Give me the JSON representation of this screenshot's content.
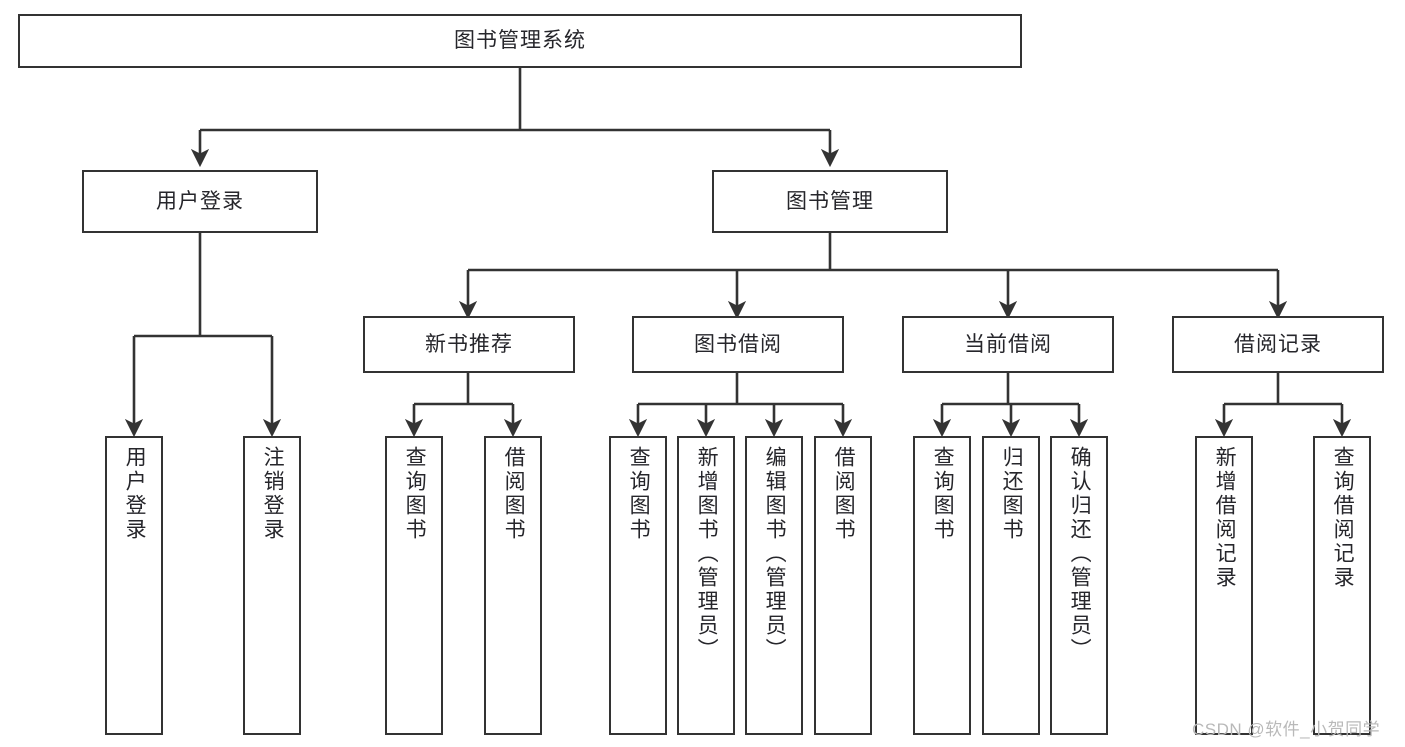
{
  "diagram": {
    "type": "tree",
    "title": "图书管理系统",
    "orientation": "top-down",
    "colors": {
      "box_border": "#333333",
      "box_fill": "#ffffff",
      "line": "#333333",
      "text": "#26262b",
      "watermark": "#b9b9b9"
    },
    "root": {
      "label": "图书管理系统"
    },
    "level1": [
      {
        "label": "用户登录"
      },
      {
        "label": "图书管理"
      }
    ],
    "level2": [
      {
        "label": "新书推荐"
      },
      {
        "label": "图书借阅"
      },
      {
        "label": "当前借阅"
      },
      {
        "label": "借阅记录"
      }
    ],
    "leaves": {
      "user_login": [
        {
          "label": "用户登录"
        },
        {
          "label": "注销登录"
        }
      ],
      "new_book": [
        {
          "label": "查询图书"
        },
        {
          "label": "借阅图书"
        }
      ],
      "book_borrow": [
        {
          "label": "查询图书"
        },
        {
          "label": "新增图书（管理员）"
        },
        {
          "label": "编辑图书（管理员）"
        },
        {
          "label": "借阅图书"
        }
      ],
      "current_borrow": [
        {
          "label": "查询图书"
        },
        {
          "label": "归还图书"
        },
        {
          "label": "确认归还（管理员）"
        }
      ],
      "borrow_record": [
        {
          "label": "新增借阅记录"
        },
        {
          "label": "查询借阅记录"
        }
      ]
    }
  },
  "watermark": {
    "text": "CSDN @软件_小贺同学"
  }
}
